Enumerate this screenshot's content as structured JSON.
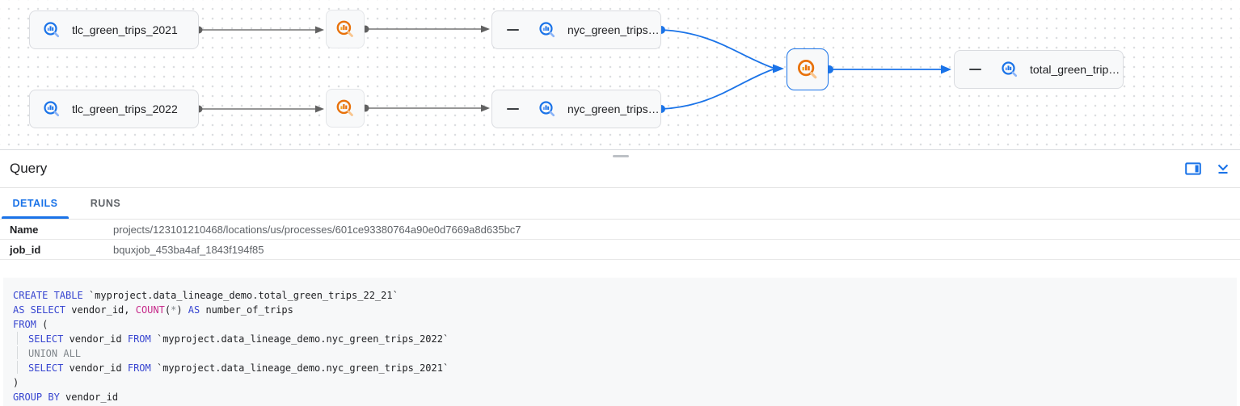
{
  "colors": {
    "accent_blue": "#1a73e8",
    "process_orange": "#e8710a",
    "edge_gray": "#757575",
    "keyword_blue": "#3745d0",
    "function_magenta": "#c62b8a",
    "comment_gray": "#80868b"
  },
  "lineage": {
    "nodes": [
      {
        "id": "tlc-green-trips-2021",
        "kind": "table",
        "label": "tlc_green_trips_2021"
      },
      {
        "id": "query-top",
        "kind": "process",
        "label": ""
      },
      {
        "id": "nyc-green-trips-top",
        "kind": "table",
        "label": "nyc_green_trips…"
      },
      {
        "id": "tlc-green-trips-2022",
        "kind": "table",
        "label": "tlc_green_trips_2022"
      },
      {
        "id": "query-bottom",
        "kind": "process",
        "label": ""
      },
      {
        "id": "nyc-green-trips-bottom",
        "kind": "table",
        "label": "nyc_green_trips…"
      },
      {
        "id": "query-selected",
        "kind": "process",
        "label": "",
        "selected": true
      },
      {
        "id": "total-green-trips",
        "kind": "table",
        "label": "total_green_trip…"
      }
    ],
    "edges": [
      {
        "from": "tlc-green-trips-2021",
        "to": "query-top",
        "highlighted": false
      },
      {
        "from": "query-top",
        "to": "nyc-green-trips-top",
        "highlighted": false
      },
      {
        "from": "tlc-green-trips-2022",
        "to": "query-bottom",
        "highlighted": false
      },
      {
        "from": "query-bottom",
        "to": "nyc-green-trips-bottom",
        "highlighted": false
      },
      {
        "from": "nyc-green-trips-top",
        "to": "query-selected",
        "highlighted": true
      },
      {
        "from": "nyc-green-trips-bottom",
        "to": "query-selected",
        "highlighted": true
      },
      {
        "from": "query-selected",
        "to": "total-green-trips",
        "highlighted": true
      }
    ]
  },
  "panel": {
    "title": "Query",
    "tabs": [
      {
        "label": "DETAILS",
        "active": true
      },
      {
        "label": "RUNS",
        "active": false
      }
    ],
    "details": [
      {
        "label": "Name",
        "value": "projects/123101210468/locations/us/processes/601ce93380764a90e0d7669a8d635bc7"
      },
      {
        "label": "job_id",
        "value": "bquxjob_453ba4af_1843f194f85"
      }
    ],
    "sql_lines": [
      {
        "indent": 0,
        "tokens": [
          [
            "kw",
            "CREATE TABLE"
          ],
          [
            "txt",
            " `myproject.data_lineage_demo.total_green_trips_22_21`"
          ]
        ]
      },
      {
        "indent": 0,
        "tokens": [
          [
            "kw",
            "AS SELECT"
          ],
          [
            "txt",
            " vendor_id, "
          ],
          [
            "fn",
            "COUNT"
          ],
          [
            "txt",
            "("
          ],
          [
            "dim",
            "*"
          ],
          [
            "txt",
            ") "
          ],
          [
            "kw",
            "AS"
          ],
          [
            "txt",
            " number_of_trips"
          ]
        ]
      },
      {
        "indent": 0,
        "tokens": [
          [
            "kw",
            "FROM"
          ],
          [
            "txt",
            " ("
          ]
        ]
      },
      {
        "indent": 1,
        "tokens": [
          [
            "kw",
            "SELECT"
          ],
          [
            "txt",
            " vendor_id "
          ],
          [
            "kw",
            "FROM"
          ],
          [
            "txt",
            " `myproject.data_lineage_demo.nyc_green_trips_2022`"
          ]
        ]
      },
      {
        "indent": 1,
        "tokens": [
          [
            "dim",
            "UNION ALL"
          ]
        ]
      },
      {
        "indent": 1,
        "tokens": [
          [
            "kw",
            "SELECT"
          ],
          [
            "txt",
            " vendor_id "
          ],
          [
            "kw",
            "FROM"
          ],
          [
            "txt",
            " `myproject.data_lineage_demo.nyc_green_trips_2021`"
          ]
        ]
      },
      {
        "indent": 0,
        "tokens": [
          [
            "txt",
            ")"
          ]
        ]
      },
      {
        "indent": 0,
        "tokens": [
          [
            "kw",
            "GROUP BY"
          ],
          [
            "txt",
            " vendor_id"
          ]
        ]
      }
    ]
  }
}
